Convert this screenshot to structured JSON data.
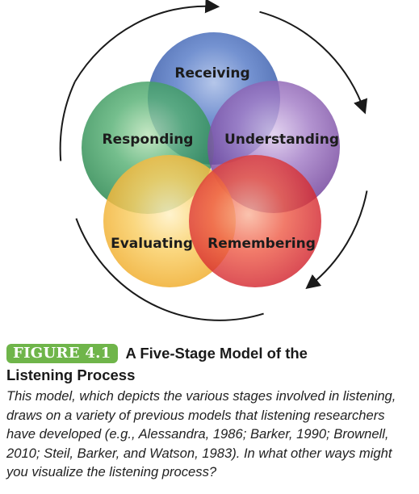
{
  "diagram": {
    "stages": [
      {
        "label": "Receiving",
        "color": "#3f63b8"
      },
      {
        "label": "Understanding",
        "color": "#8a52b0"
      },
      {
        "label": "Remembering",
        "color": "#e0282a"
      },
      {
        "label": "Evaluating",
        "color": "#f6b62d"
      },
      {
        "label": "Responding",
        "color": "#2f9a55"
      }
    ],
    "cycle": "clockwise"
  },
  "figure": {
    "number": "FIGURE 4.1",
    "title_line1": "A Five-Stage Model of the",
    "title_line2": "Listening Process",
    "caption": "This model, which depicts the various stages involved in listening, draws on a variety of previous models that listening researchers have developed (e.g., Alessandra, 1986; Barker, 1990; Brownell, 2010; Steil, Barker, and Watson, 1983). In what other ways might you visualize the listening process?",
    "badge_color": "#6fb54a"
  }
}
